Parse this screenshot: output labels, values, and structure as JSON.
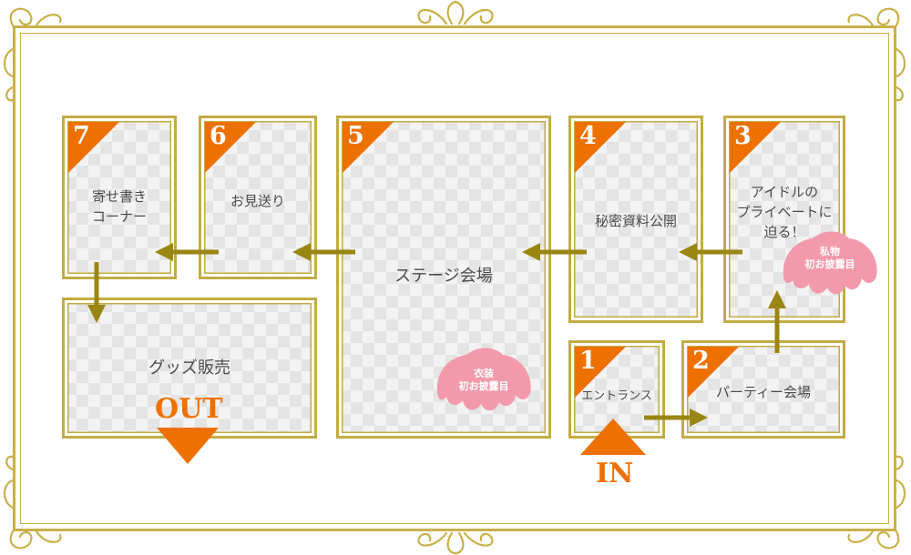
{
  "colors": {
    "gold": "#c2ac45",
    "arrow": "#9a8612",
    "orange": "#ee7100",
    "pink": "#f29aab",
    "text": "#4a4a4a"
  },
  "rooms": [
    {
      "number": "1",
      "label": "エントランス"
    },
    {
      "number": "2",
      "label": "パーティー会場"
    },
    {
      "number": "3",
      "label": "アイドルの\nプライベートに\n迫る！"
    },
    {
      "number": "4",
      "label": "秘密資料公開"
    },
    {
      "number": "5",
      "label": "ステージ会場"
    },
    {
      "number": "6",
      "label": "お見送り"
    },
    {
      "number": "7",
      "label": "寄せ書き\nコーナー"
    }
  ],
  "goods_area": {
    "label": "グッズ販売"
  },
  "badges": [
    {
      "text": "私物\n初お披露目"
    },
    {
      "text": "衣装\n初お披露目"
    }
  ],
  "entrance": {
    "label": "IN"
  },
  "exit": {
    "label": "OUT"
  }
}
